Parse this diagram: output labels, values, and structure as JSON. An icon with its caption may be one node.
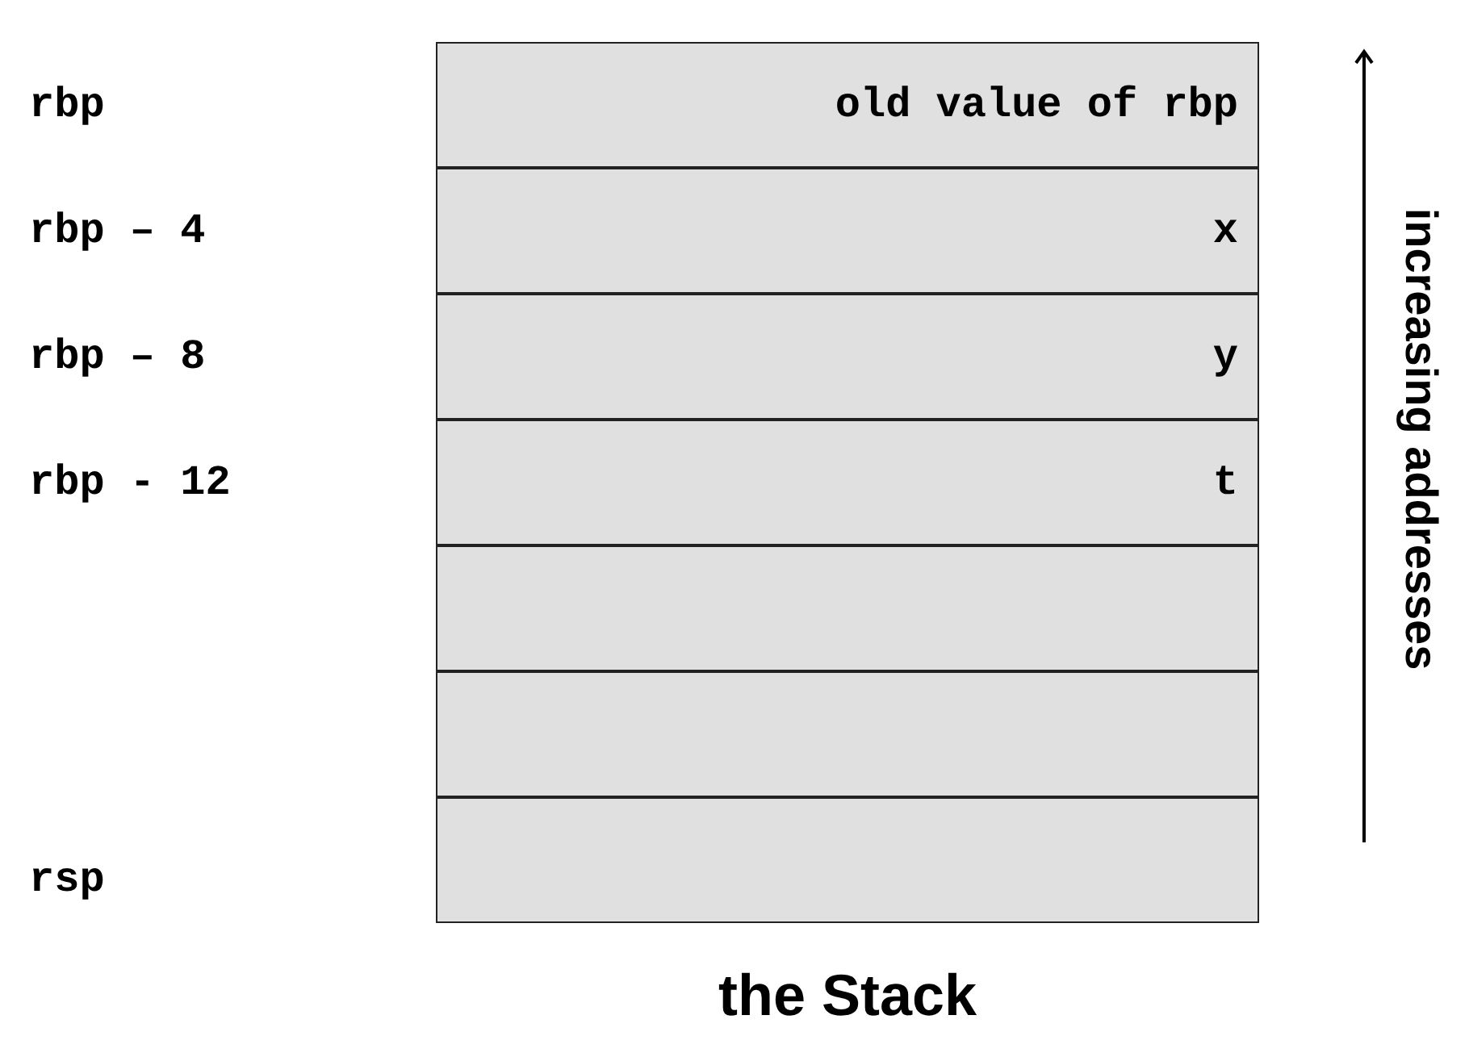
{
  "diagram": {
    "caption": "the Stack",
    "nodes": [
      {
        "text": [
          "old value of rbp"
        ]
      },
      {
        "text": [
          "x"
        ]
      },
      {
        "text": [
          "y"
        ]
      },
      {
        "text": [
          "t"
        ]
      },
      {
        "text": [],
        "shape": "box"
      },
      {
        "text": [],
        "shape": "box"
      },
      {
        "text": [],
        "shape": "box"
      }
    ],
    "edges": [],
    "labels": [
      "rbp",
      "rbp – 4",
      "rbp – 8",
      "rbp - 12",
      "rsp",
      "increasing addresses"
    ]
  }
}
